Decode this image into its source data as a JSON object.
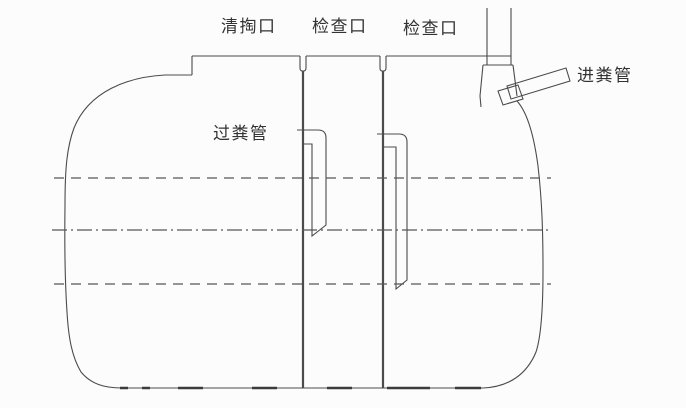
{
  "diagram": {
    "labels": {
      "cleanout_port": "清掏口",
      "inspection_port_left": "检查口",
      "inspection_port_right": "检查口",
      "transfer_pipe": "过粪管",
      "inlet_pipe": "进粪管"
    },
    "colors": {
      "line": "#4b4b4b",
      "centerline": "#565656",
      "text": "#333333",
      "background": "#fcfcfc"
    }
  }
}
